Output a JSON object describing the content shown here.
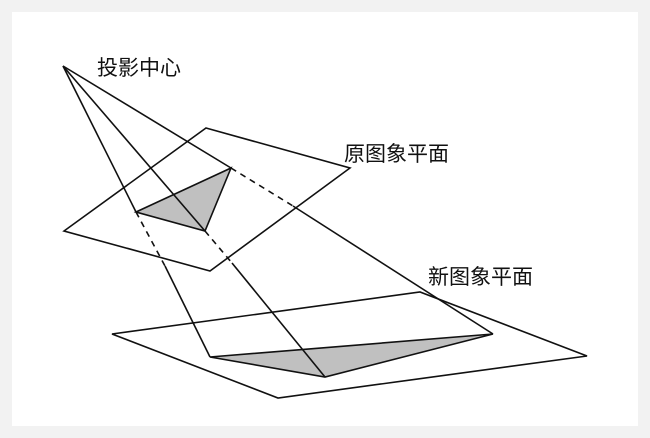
{
  "labels": {
    "projection_center": "投影中心",
    "original_plane": "原图象平面",
    "new_plane": "新图象平面"
  },
  "colors": {
    "line": "#111111",
    "triangle_fill": "#c0c0c0",
    "background": "#ffffff"
  }
}
